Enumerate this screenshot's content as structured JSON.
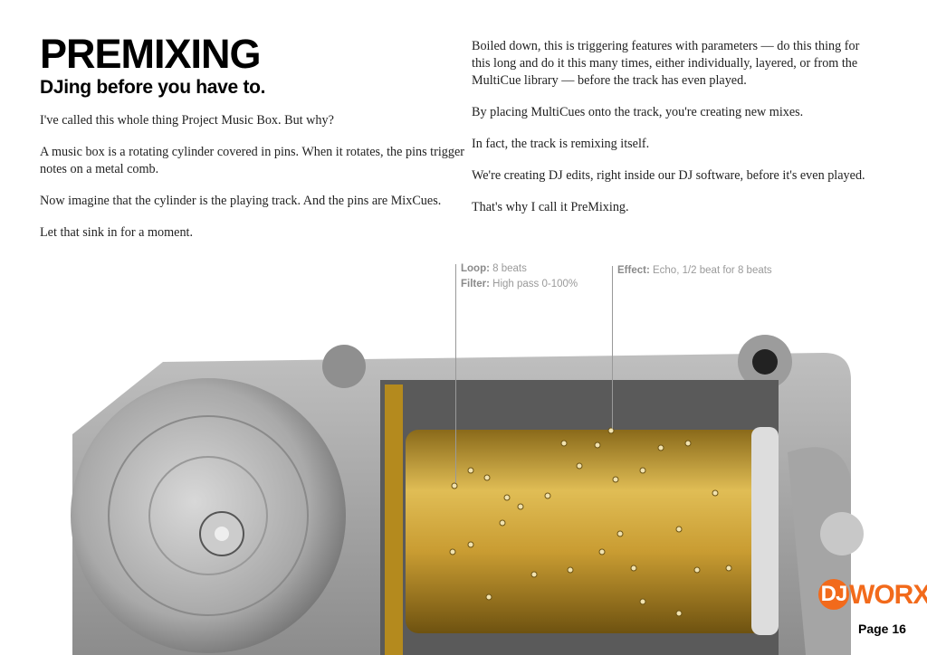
{
  "header": {
    "title": "PREMIXING",
    "subtitle": "DJing before you have to."
  },
  "left_paragraphs": [
    "I've called this whole thing Project Music Box. But why?",
    "A music box is a rotating cylinder covered in pins. When it rotates, the pins trigger notes on a metal comb.",
    "Now imagine that the cylinder is the playing track. And the pins are MixCues.",
    "Let that sink in for a moment."
  ],
  "right_paragraphs": [
    "Boiled down, this is triggering features with parameters — do this thing for this long and do it this many times, either individually, layered, or from the MultiCue library — before the track has even played.",
    "By placing MultiCues onto the track, you're creating new mixes.",
    "In fact, the track is remixing itself.",
    "We're creating DJ edits, right inside our DJ software, before it's even played.",
    "That's why I call it PreMixing."
  ],
  "annotations": {
    "loop_label": "Loop:",
    "loop_value": "8 beats",
    "filter_label": "Filter:",
    "filter_value": "High pass 0-100%",
    "effect_label": "Effect:",
    "effect_value": "Echo, 1/2 beat for 8 beats"
  },
  "footer": {
    "logo_dj": "DJ",
    "logo_worx": "WORX",
    "page": "Page 16"
  },
  "colors": {
    "brand": "#f26a1b",
    "cylinder": "#c9a13a"
  }
}
